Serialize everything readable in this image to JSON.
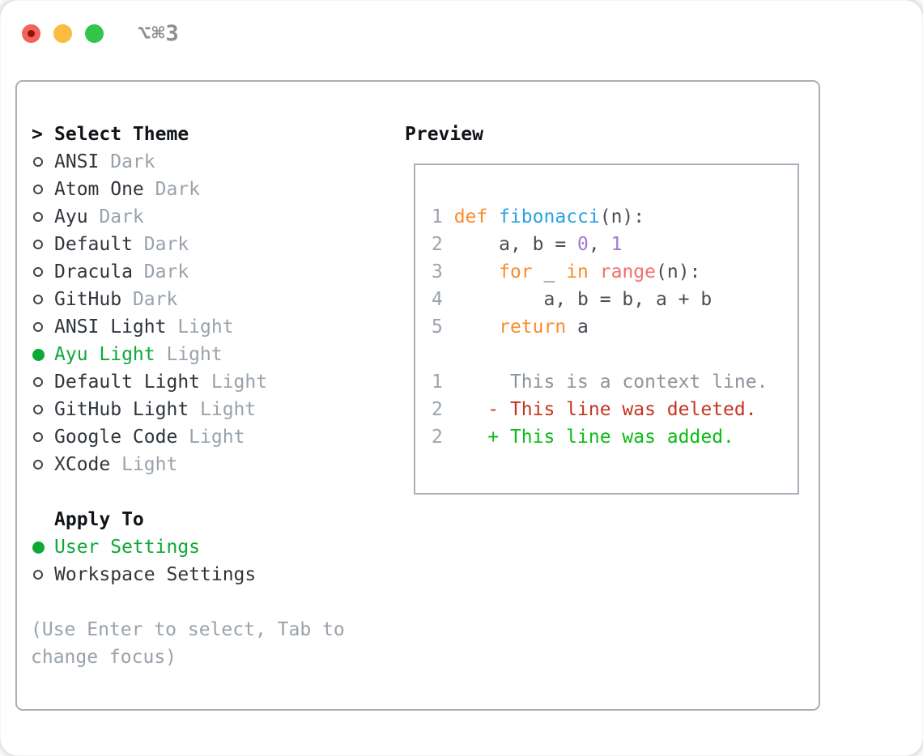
{
  "window": {
    "shortcut": "⌥⌘3"
  },
  "colors": {
    "accent_green": "#0DA936",
    "diff_add": "#0CBB16",
    "diff_del": "#C4331F",
    "kw_orange": "#F98C2B",
    "fn_blue": "#29A2E2",
    "const_purple": "#A478CE",
    "builtin_coral": "#F3706E",
    "code_text": "#474E55",
    "line_num": "#9AA3AC",
    "context_gray": "#8C949C",
    "muted_gray": "#99A2AB",
    "text_dark": "#2F353C",
    "header_black": "#101418",
    "panel_border": "#A9AFB8",
    "radio_ring": "#3D444B",
    "traffic_red": "#F2635B",
    "traffic_red_dot": "#8C1507",
    "traffic_yellow": "#FBBC40",
    "traffic_green": "#32C74A",
    "shortcut_gray": "#8A8F94"
  },
  "theme_picker": {
    "title": "Select Theme",
    "title_marker": ">",
    "themes": [
      {
        "name": "ANSI",
        "tag": "Dark",
        "selected": false
      },
      {
        "name": "Atom One",
        "tag": "Dark",
        "selected": false
      },
      {
        "name": "Ayu",
        "tag": "Dark",
        "selected": false
      },
      {
        "name": "Default",
        "tag": "Dark",
        "selected": false
      },
      {
        "name": "Dracula",
        "tag": "Dark",
        "selected": false
      },
      {
        "name": "GitHub",
        "tag": "Dark",
        "selected": false
      },
      {
        "name": "ANSI Light",
        "tag": "Light",
        "selected": false
      },
      {
        "name": "Ayu Light",
        "tag": "Light",
        "selected": true
      },
      {
        "name": "Default Light",
        "tag": "Light",
        "selected": false
      },
      {
        "name": "GitHub Light",
        "tag": "Light",
        "selected": false
      },
      {
        "name": "Google Code",
        "tag": "Light",
        "selected": false
      },
      {
        "name": "XCode",
        "tag": "Light",
        "selected": false
      }
    ],
    "apply_to": {
      "title": "Apply To",
      "options": [
        {
          "name": "User Settings",
          "selected": true
        },
        {
          "name": "Workspace Settings",
          "selected": false
        }
      ]
    },
    "help": [
      "(Use Enter to select, Tab to",
      "change focus)"
    ]
  },
  "preview": {
    "title": "Preview",
    "lines": [
      [
        {
          "t": "1 ",
          "c": "num"
        },
        {
          "t": "def",
          "c": "kw"
        },
        {
          "t": " ",
          "c": "code"
        },
        {
          "t": "fibonacci",
          "c": "fn"
        },
        {
          "t": "(n):",
          "c": "code"
        }
      ],
      [
        {
          "t": "2",
          "c": "num"
        },
        {
          "t": "     a, b = ",
          "c": "code"
        },
        {
          "t": "0",
          "c": "const"
        },
        {
          "t": ", ",
          "c": "code"
        },
        {
          "t": "1",
          "c": "const"
        }
      ],
      [
        {
          "t": "3",
          "c": "num"
        },
        {
          "t": "     ",
          "c": "code"
        },
        {
          "t": "for",
          "c": "kw"
        },
        {
          "t": " _ ",
          "c": "code"
        },
        {
          "t": "in",
          "c": "kw"
        },
        {
          "t": " ",
          "c": "code"
        },
        {
          "t": "range",
          "c": "builtin"
        },
        {
          "t": "(n):",
          "c": "code"
        }
      ],
      [
        {
          "t": "4",
          "c": "num"
        },
        {
          "t": "         a, b = b, a + b",
          "c": "code"
        }
      ],
      [
        {
          "t": "5",
          "c": "num"
        },
        {
          "t": "     ",
          "c": "code"
        },
        {
          "t": "return",
          "c": "kw"
        },
        {
          "t": " a",
          "c": "code"
        }
      ],
      [],
      [
        {
          "t": "1",
          "c": "num"
        },
        {
          "t": "      This is a context line.",
          "c": "ctx"
        }
      ],
      [
        {
          "t": "2",
          "c": "num"
        },
        {
          "t": "    ",
          "c": "code"
        },
        {
          "t": "- This line was deleted.",
          "c": "del"
        }
      ],
      [
        {
          "t": "2",
          "c": "num"
        },
        {
          "t": "    ",
          "c": "code"
        },
        {
          "t": "+ This line was added.",
          "c": "add"
        }
      ]
    ]
  }
}
